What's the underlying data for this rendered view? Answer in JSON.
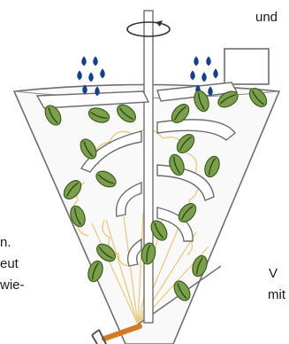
{
  "text_fragments": {
    "top_right": "und",
    "left_1": "n.",
    "left_2": "eut",
    "left_3": "wie-",
    "right_1": "V",
    "right_2": "mit"
  },
  "colors": {
    "outline": "#6e6e6e",
    "vessel_fill": "#f9f9f9",
    "bean_fill": "#7aa04c",
    "bean_stroke": "#3d5b20",
    "bean_crease": "#2f4a18",
    "water_drop": "#123e93",
    "steam": "#e8cc82",
    "valve_pipe": "#d27a24",
    "arrow": "#333333"
  },
  "icons": {
    "rotation": "rotation-arrow-icon",
    "spray": "water-drop-icon",
    "bean": "coffee-bean-icon",
    "valve": "valve-icon"
  }
}
